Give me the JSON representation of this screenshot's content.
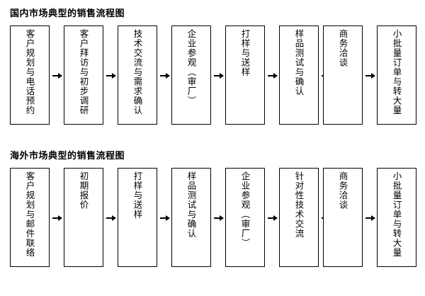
{
  "page": {
    "background_color": "#ffffff",
    "text_color": "#000000",
    "border_color": "#000000"
  },
  "sections": [
    {
      "title": "国内市场典型的销售流程图",
      "nodes": [
        {
          "label": "客户规划与电话预约"
        },
        {
          "label": "客户拜访与初步调研"
        },
        {
          "label": "技术交流与需求确认"
        },
        {
          "label": "企业参观（审厂）"
        },
        {
          "label": "打样与送样"
        },
        {
          "label": "样品测试与确认"
        },
        {
          "label": "商务洽谈"
        },
        {
          "label": "小批量订单与转大量"
        }
      ]
    },
    {
      "title": "海外市场典型的销售流程图",
      "nodes": [
        {
          "label": "客户规划与邮件联络"
        },
        {
          "label": "初期报价"
        },
        {
          "label": "打样与送样"
        },
        {
          "label": "样品测试与确认"
        },
        {
          "label": "企业参观（审厂）"
        },
        {
          "label": "针对性技术交流"
        },
        {
          "label": "商务洽谈"
        },
        {
          "label": "小批量订单与转大量"
        }
      ]
    }
  ],
  "connector": {
    "icon": "arrow-right-icon"
  }
}
